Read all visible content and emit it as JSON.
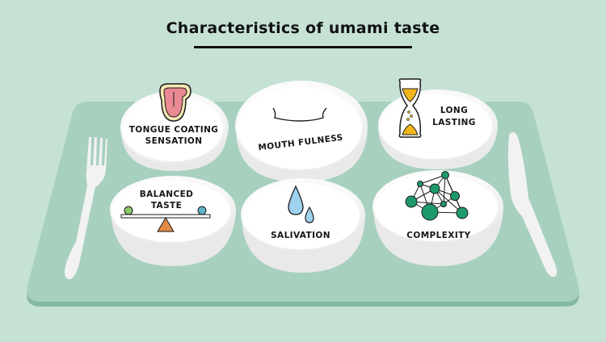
{
  "title": "Characteristics of umami taste",
  "colors": {
    "background": "#c6e2d5",
    "tray": "#a7d0bf",
    "tray_edge": "#86b8a2",
    "bowl": "#ffffff",
    "bowl_shade": "#ececec",
    "cutlery": "#f2f2f2",
    "tongue_fill": "#e98a93",
    "tongue_outline": "#f6e7b4",
    "hourglass_sand": "#f2b51c",
    "balance_left_ball": "#8bc86a",
    "balance_right_ball": "#5fb6c9",
    "balance_fulcrum": "#e08a45",
    "drops": "#9fd2ee",
    "network": "#1e9a6a"
  },
  "bowls": [
    {
      "id": "tongue-coating",
      "label_lines": [
        "TONGUE COATING",
        "SENSATION"
      ],
      "icon": "tongue-icon"
    },
    {
      "id": "mouth-fulness",
      "label_lines": [
        "MOUTH FULNESS"
      ],
      "icon": "mouth-icon"
    },
    {
      "id": "long-lasting",
      "label_lines": [
        "LONG",
        "LASTING"
      ],
      "icon": "hourglass-icon"
    },
    {
      "id": "balanced-taste",
      "label_lines": [
        "BALANCED",
        "TASTE"
      ],
      "icon": "balance-scale-icon"
    },
    {
      "id": "salivation",
      "label_lines": [
        "SALIVATION"
      ],
      "icon": "water-drops-icon"
    },
    {
      "id": "complexity",
      "label_lines": [
        "COMPLEXITY"
      ],
      "icon": "network-icon"
    }
  ],
  "cutlery": {
    "left": "fork-icon",
    "right": "knife-icon"
  }
}
